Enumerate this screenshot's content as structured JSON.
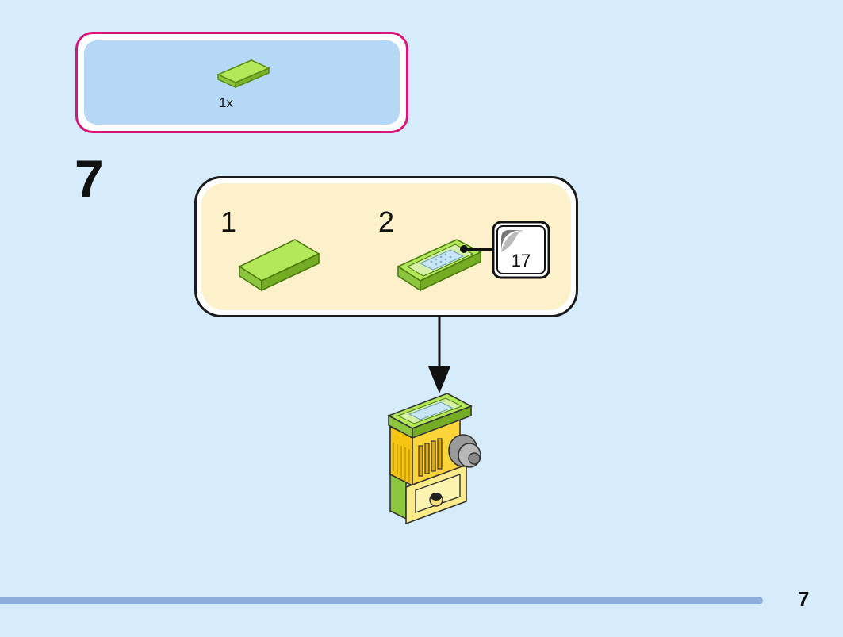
{
  "parts_list": {
    "quantity": "1x"
  },
  "step": {
    "number": "7",
    "substeps": [
      {
        "number": "1"
      },
      {
        "number": "2"
      }
    ],
    "sticker_number": "17"
  },
  "page": {
    "number": "7"
  },
  "colors": {
    "lime": "#a6dc3a",
    "lime_dark": "#6fa81e",
    "parts_border": "#d8167a",
    "parts_bg": "#b4d8f5",
    "substep_bg": "#fdf1cb",
    "page_bg": "#d6ecfa",
    "footer_bar": "#8daed9",
    "yellow": "#f6c511"
  }
}
